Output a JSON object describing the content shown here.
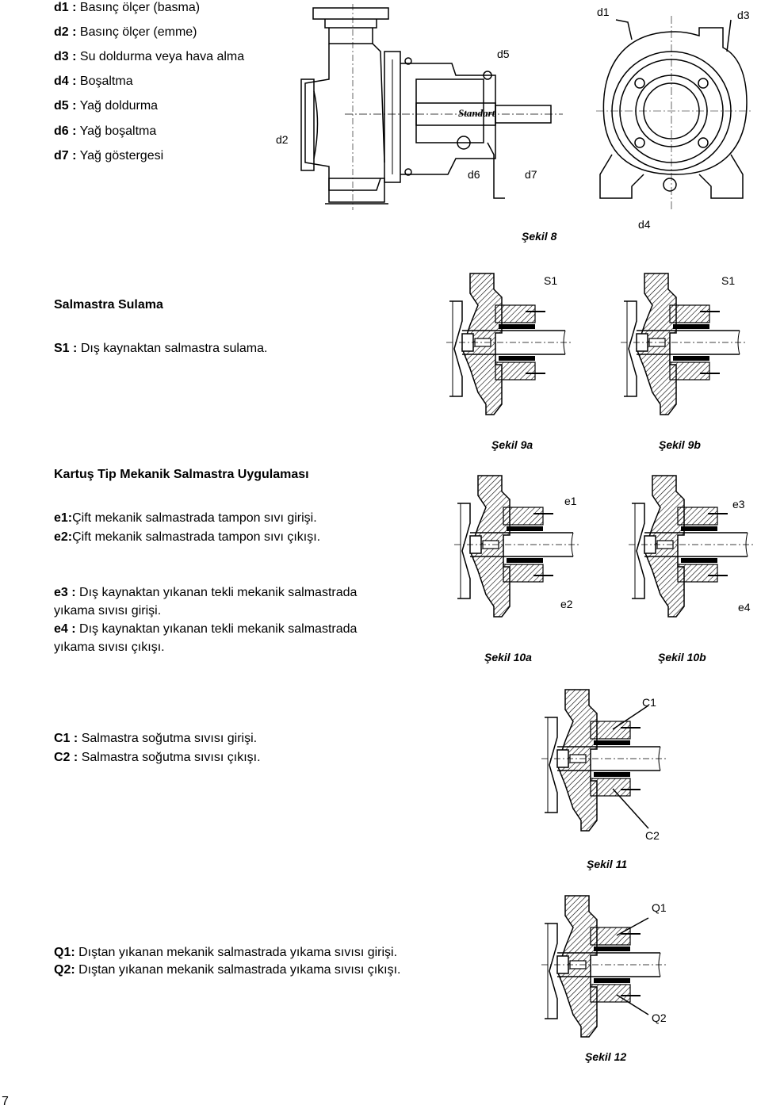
{
  "legend_pump": [
    {
      "code": "d1",
      "text": "Basınç ölçer (basma)"
    },
    {
      "code": "d2",
      "text": "Basınç ölçer (emme)"
    },
    {
      "code": "d3",
      "text": "Su doldurma veya hava alma"
    },
    {
      "code": "d4",
      "text": "Boşaltma"
    },
    {
      "code": "d5",
      "text": "Yağ doldurma"
    },
    {
      "code": "d6",
      "text": "Yağ boşaltma"
    },
    {
      "code": "d7",
      "text": "Yağ göstergesi"
    }
  ],
  "figure8": {
    "caption": "Şekil 8",
    "labels": {
      "d1": "d1",
      "d2": "d2",
      "d3": "d3",
      "d4": "d4",
      "d5": "d5",
      "d6": "d6",
      "d7": "d7"
    },
    "brand": "Standart"
  },
  "salmastra": {
    "heading": "Salmastra Sulama",
    "s1_code": "S1",
    "s1_text": "Dış kaynaktan salmastra sulama."
  },
  "figure9": {
    "caption_a": "Şekil 9a",
    "caption_b": "Şekil 9b",
    "label_a": "S1",
    "label_b": "S1"
  },
  "kartus": {
    "heading": "Kartuş Tip Mekanik Salmastra Uygulaması",
    "e1_code": "e1",
    "e1_text": "Çift mekanik salmastrada tampon sıvı girişi.",
    "e2_code": "e2",
    "e2_text": "Çift mekanik salmastrada tampon sıvı çıkışı.",
    "e3_code": "e3",
    "e3_line1": "Dış kaynaktan yıkanan tekli mekanik salmastrada",
    "e3_line2": "yıkama sıvısı girişi.",
    "e4_code": "e4",
    "e4_line1": "Dış kaynaktan yıkanan tekli mekanik salmastrada",
    "e4_line2": "yıkama sıvısı çıkışı."
  },
  "figure10": {
    "caption_a": "Şekil 10a",
    "caption_b": "Şekil 10b",
    "label_e1": "e1",
    "label_e2": "e2",
    "label_e3": "e3",
    "label_e4": "e4"
  },
  "cooling": {
    "c1_code": "C1",
    "c1_text": "Salmastra soğutma sıvısı girişi.",
    "c2_code": "C2",
    "c2_text": "Salmastra soğutma sıvısı çıkışı."
  },
  "figure11": {
    "caption": "Şekil 11",
    "label_c1": "C1",
    "label_c2": "C2"
  },
  "flush": {
    "q1_code": "Q1",
    "q1_text": "Dıştan yıkanan mekanik salmastrada yıkama sıvısı girişi.",
    "q2_code": "Q2",
    "q2_text": "Dıştan yıkanan mekanik salmastrada yıkama sıvısı çıkışı."
  },
  "figure12": {
    "caption": "Şekil 12",
    "label_q1": "Q1",
    "label_q2": "Q2"
  },
  "page_number": "7"
}
